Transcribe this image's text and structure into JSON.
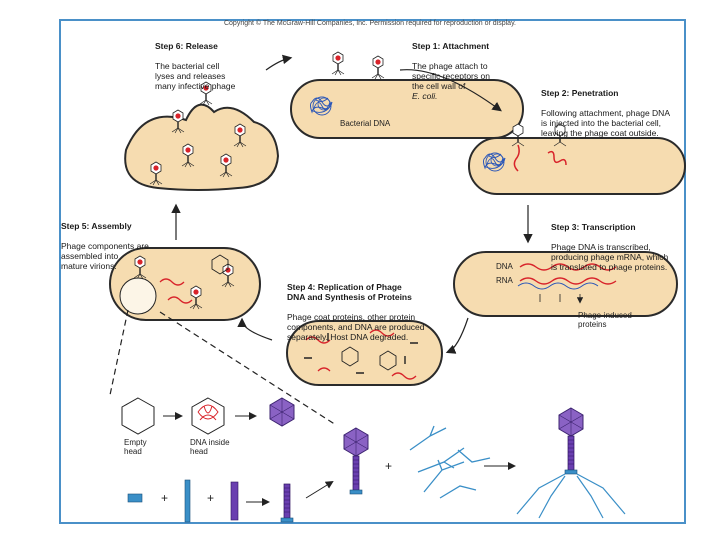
{
  "copyright": "Copyright © The McGraw-Hill Companies, Inc. Permission required for reproduction or display.",
  "steps": {
    "release": {
      "title": "Step 6: Release",
      "body": "The bacterial cell\nlyses and releases\nmany infective phage"
    },
    "attachment": {
      "title": "Step 1: Attachment",
      "body": "The phage attach to\nspecific receptors on\nthe cell wall of",
      "species": "E. coli."
    },
    "penetration": {
      "title": "Step 2: Penetration",
      "body": "Following attachment, phage DNA\nis injected into the bacterial cell,\nleaving the phage coat outside."
    },
    "transcription": {
      "title": "Step 3: Transcription",
      "body": "Phage DNA is transcribed,\nproducing phage mRNA, which\nis translated to phage proteins."
    },
    "replication": {
      "title": "Step 4: Replication of Phage\nDNA and Synthesis of Proteins",
      "body": "Phage coat proteins, other protein\ncomponents, and DNA are produced\nseparately. Host DNA degraded."
    },
    "assembly": {
      "title": "Step 5: Assembly",
      "body": "Phage components are\nassembled into\nmature virions."
    }
  },
  "labels": {
    "bacterial_dna": "Bacterial DNA",
    "dna": "DNA",
    "rna": "RNA",
    "phage_proteins": "Phage-induced\nproteins",
    "empty_head": "Empty\nhead",
    "dna_inside_head": "DNA inside\nhead",
    "plus_1": "+",
    "plus_2": "+",
    "plus_3": "+"
  },
  "colors": {
    "cell_fill": "#f6dcb0",
    "cell_stroke": "#2b2b2b",
    "dna_blue": "#2a56b8",
    "rna_red": "#d8232a",
    "phage_purple": "#7b4fb6",
    "tail_fiber": "#3a8fc7",
    "frame": "#4a90c8"
  }
}
